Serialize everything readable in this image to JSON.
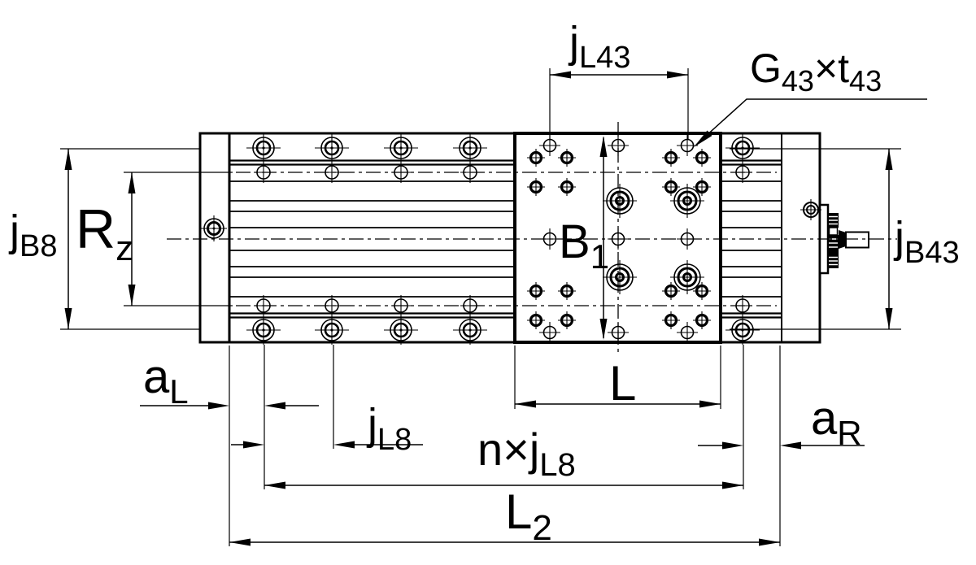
{
  "drawing": {
    "type": "technical-dimension-drawing",
    "colors": {
      "line": "#000000",
      "background": "#ffffff"
    },
    "labels": {
      "jl43": {
        "main": "j",
        "sub": "L43"
      },
      "g43t43": {
        "g": "G",
        "g_sub": "43",
        "t": "×t",
        "t_sub": "43"
      },
      "jb8": {
        "main": "j",
        "sub": "B8"
      },
      "rz": {
        "main": "R",
        "sub": "z"
      },
      "b1": {
        "main": "B",
        "sub": "1"
      },
      "jb43": {
        "main": "j",
        "sub": "B43"
      },
      "al": {
        "main": "a",
        "sub": "L"
      },
      "jl8": {
        "main": "j",
        "sub": "L8"
      },
      "l": {
        "main": "L"
      },
      "ar": {
        "main": "a",
        "sub": "R"
      },
      "nxjl8": {
        "main": "n×j",
        "sub": "L8"
      },
      "l2": {
        "main": "L",
        "sub": "2"
      }
    }
  }
}
